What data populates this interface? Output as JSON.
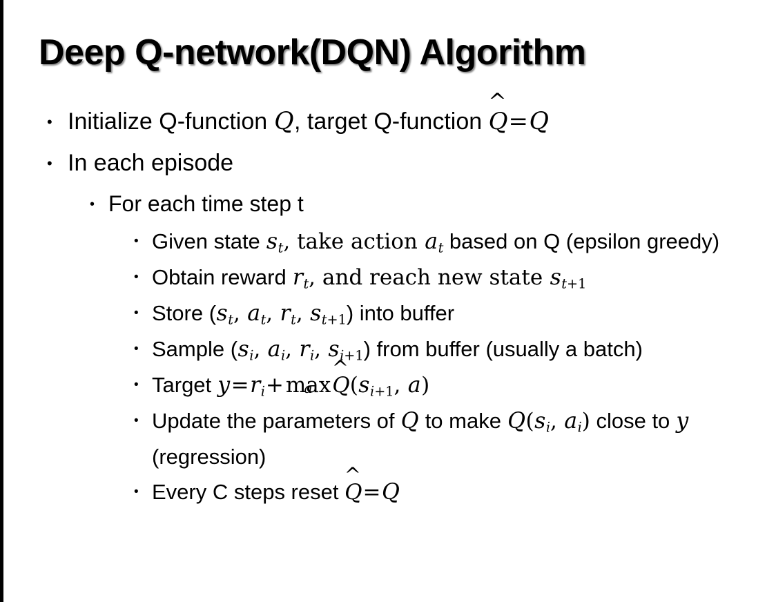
{
  "slide": {
    "title": "Deep Q-network(DQN) Algorithm",
    "background_color": "#ffffff",
    "text_color": "#000000",
    "edge_band_color": "#000000",
    "bullet_marker": "•"
  },
  "content": {
    "b1_initialize_pre": "Initialize Q-function ",
    "b1_initialize_var_q": "Q",
    "b1_initialize_mid": ", target Q-function ",
    "b1_initialize_qhat": "Q",
    "b1_initialize_hat": "̂",
    "b1_initialize_eq": "=",
    "b1_initialize_q2": "Q",
    "b2_in_each_episode": "In each episode",
    "b3_for_each_time_step": "For each time step t",
    "b4_given_pre": "Given state ",
    "b4_given_s": "s",
    "b4_given_s_sub": "t",
    "b4_given_mid": ", take action ",
    "b4_given_a": "a",
    "b4_given_a_sub": "t",
    "b4_given_post": " based on Q (epsilon greedy)",
    "b5_obtain_pre": "Obtain reward ",
    "b5_obtain_r": "r",
    "b5_obtain_r_sub": "t",
    "b5_obtain_mid": ", and reach new state ",
    "b5_obtain_s": "s",
    "b5_obtain_s_sub_t": "t",
    "b5_obtain_s_sub_plus": "+1",
    "b6_store_pre": "Store (",
    "b6_store_s": "s",
    "b6_store_s_sub": "t",
    "b6_store_comma1": ", ",
    "b6_store_a": "a",
    "b6_store_a_sub": "t",
    "b6_store_comma2": ", ",
    "b6_store_r": "r",
    "b6_store_r_sub": "t",
    "b6_store_comma3": ", ",
    "b6_store_s2": "s",
    "b6_store_s2_sub_t": "t",
    "b6_store_s2_sub_plus": "+1",
    "b6_store_post": ") into buffer",
    "b7_sample_pre": "Sample (",
    "b7_sample_s": "s",
    "b7_sample_s_sub": "i",
    "b7_sample_comma1": ", ",
    "b7_sample_a": "a",
    "b7_sample_a_sub": "i",
    "b7_sample_comma2": ", ",
    "b7_sample_r": "r",
    "b7_sample_r_sub": "i",
    "b7_sample_comma3": ", ",
    "b7_sample_s2": "s",
    "b7_sample_s2_sub_i": "i",
    "b7_sample_s2_sub_plus": "+1",
    "b7_sample_post": ") from buffer (usually a batch)",
    "b8_target_pre": "Target ",
    "b8_target_y": "y",
    "b8_target_eq": "=",
    "b8_target_r": "r",
    "b8_target_r_sub": "i",
    "b8_target_plus": "+",
    "b8_target_max": "max",
    "b8_target_max_under": "a",
    "b8_target_qhat": "Q",
    "b8_target_hat": "̂",
    "b8_target_paren_open": "(",
    "b8_target_s": "s",
    "b8_target_s_sub_i": "i",
    "b8_target_s_sub_plus": "+1",
    "b8_target_comma": ", ",
    "b8_target_a": "a",
    "b8_target_paren_close": ")",
    "b9_update_pre": "Update the parameters of ",
    "b9_update_q1": "Q",
    "b9_update_mid": " to make ",
    "b9_update_q2": "Q",
    "b9_update_paren_open": "(",
    "b9_update_s": "s",
    "b9_update_s_sub": "i",
    "b9_update_comma": ", ",
    "b9_update_a": "a",
    "b9_update_a_sub": "i",
    "b9_update_paren_close": ")",
    "b9_update_post1": " close to ",
    "b9_update_y": "y",
    "b9_update_post2": " (regression)",
    "b10_every_pre": "Every C steps reset ",
    "b10_every_qhat": "Q",
    "b10_every_hat": "̂",
    "b10_every_eq": "=",
    "b10_every_q2": "Q"
  }
}
